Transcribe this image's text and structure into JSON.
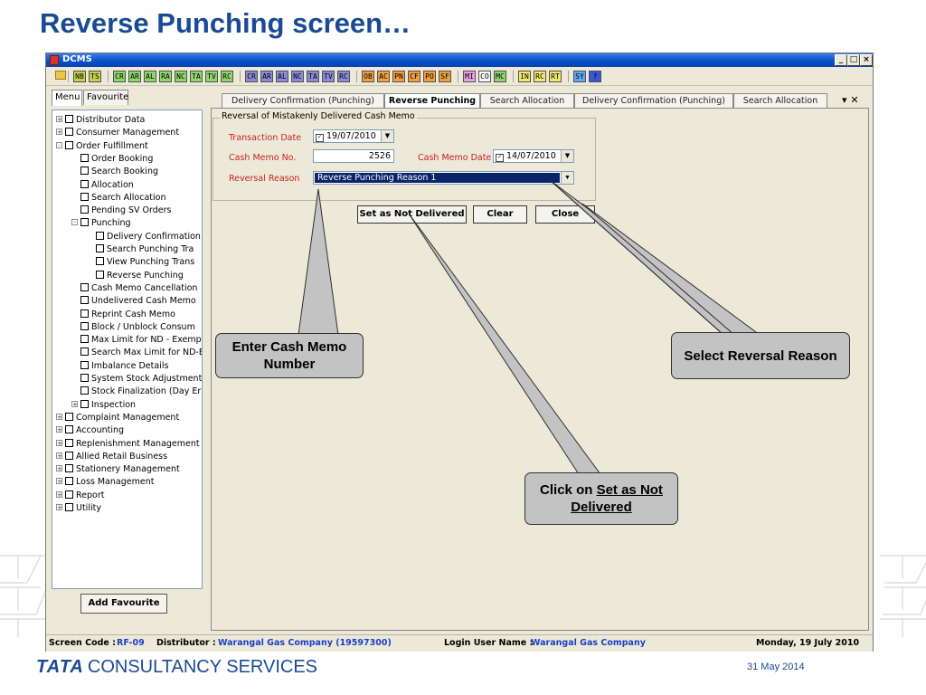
{
  "slide": {
    "title": "Reverse Punching screen…",
    "footer_brand_tata": "TATA",
    "footer_brand_rest": "CONSULTANCY SERVICES",
    "footer_date": "31 May 2014"
  },
  "window": {
    "title": "DCMS",
    "controls": [
      "_",
      "□",
      "×"
    ]
  },
  "toolbar": {
    "buttons": [
      {
        "label": "NB",
        "color": "#c8d24a"
      },
      {
        "label": "TS",
        "color": "#c8d24a"
      },
      {
        "label": "CR",
        "color": "#8ed86a"
      },
      {
        "label": "AR",
        "color": "#8ed86a"
      },
      {
        "label": "AL",
        "color": "#8ed86a"
      },
      {
        "label": "RA",
        "color": "#8ed86a"
      },
      {
        "label": "NC",
        "color": "#8ed86a"
      },
      {
        "label": "TA",
        "color": "#8ed86a"
      },
      {
        "label": "TV",
        "color": "#8ed86a"
      },
      {
        "label": "RC",
        "color": "#8ed86a"
      },
      {
        "label": "CR",
        "color": "#8a8ad8"
      },
      {
        "label": "AR",
        "color": "#8a8ad8"
      },
      {
        "label": "AL",
        "color": "#8a8ad8"
      },
      {
        "label": "NC",
        "color": "#8a8ad8"
      },
      {
        "label": "TA",
        "color": "#8a8ad8"
      },
      {
        "label": "TV",
        "color": "#8a8ad8"
      },
      {
        "label": "RC",
        "color": "#8a8ad8"
      },
      {
        "label": "OB",
        "color": "#f0a040"
      },
      {
        "label": "AC",
        "color": "#f0a040"
      },
      {
        "label": "PN",
        "color": "#f0a040"
      },
      {
        "label": "CF",
        "color": "#f0a040"
      },
      {
        "label": "PO",
        "color": "#f0a040"
      },
      {
        "label": "SF",
        "color": "#f0a040"
      },
      {
        "label": "MI",
        "color": "#e8a0e8"
      },
      {
        "label": "CO",
        "color": "#f8f8f8"
      },
      {
        "label": "MC",
        "color": "#8ed86a"
      },
      {
        "label": "IN",
        "color": "#f0e870"
      },
      {
        "label": "RC",
        "color": "#f0e870"
      },
      {
        "label": "RT",
        "color": "#f0e870"
      },
      {
        "label": "SY",
        "color": "#60a8f0"
      },
      {
        "label": "?",
        "color": "#3858d8"
      }
    ]
  },
  "left_panel": {
    "tabs": [
      "Menu",
      "Favourite"
    ],
    "tree": [
      {
        "label": "Distributor Data",
        "level": 0,
        "expander": "+"
      },
      {
        "label": "Consumer Management",
        "level": 0,
        "expander": "+"
      },
      {
        "label": "Order Fulfillment",
        "level": 0,
        "expander": "-"
      },
      {
        "label": "Order Booking",
        "level": 1,
        "expander": ""
      },
      {
        "label": "Search Booking",
        "level": 1,
        "expander": ""
      },
      {
        "label": "Allocation",
        "level": 1,
        "expander": ""
      },
      {
        "label": "Search Allocation",
        "level": 1,
        "expander": ""
      },
      {
        "label": "Pending SV Orders",
        "level": 1,
        "expander": ""
      },
      {
        "label": "Punching",
        "level": 1,
        "expander": "-"
      },
      {
        "label": "Delivery Confirmation",
        "level": 2,
        "expander": ""
      },
      {
        "label": "Search Punching Tra",
        "level": 2,
        "expander": ""
      },
      {
        "label": "View Punching Trans",
        "level": 2,
        "expander": ""
      },
      {
        "label": "Reverse Punching",
        "level": 2,
        "expander": ""
      },
      {
        "label": "Cash Memo Cancellation",
        "level": 1,
        "expander": ""
      },
      {
        "label": "Undelivered Cash Memo",
        "level": 1,
        "expander": ""
      },
      {
        "label": "Reprint Cash Memo",
        "level": 1,
        "expander": ""
      },
      {
        "label": "Block / Unblock Consum",
        "level": 1,
        "expander": ""
      },
      {
        "label": "Max Limit for ND - Exempt",
        "level": 1,
        "expander": ""
      },
      {
        "label": "Search Max Limit for ND-E",
        "level": 1,
        "expander": ""
      },
      {
        "label": "Imbalance Details",
        "level": 1,
        "expander": ""
      },
      {
        "label": "System Stock Adjustment",
        "level": 1,
        "expander": ""
      },
      {
        "label": "Stock Finalization (Day Er",
        "level": 1,
        "expander": ""
      },
      {
        "label": "Inspection",
        "level": 1,
        "expander": "+"
      },
      {
        "label": "Complaint Management",
        "level": 0,
        "expander": "+"
      },
      {
        "label": "Accounting",
        "level": 0,
        "expander": "+"
      },
      {
        "label": "Replenishment Management",
        "level": 0,
        "expander": "+"
      },
      {
        "label": "Allied Retail Business",
        "level": 0,
        "expander": "+"
      },
      {
        "label": "Stationery Management",
        "level": 0,
        "expander": "+"
      },
      {
        "label": "Loss Management",
        "level": 0,
        "expander": "+"
      },
      {
        "label": "Report",
        "level": 0,
        "expander": "+"
      },
      {
        "label": "Utility",
        "level": 0,
        "expander": "+"
      }
    ],
    "add_favourite": "Add Favourite"
  },
  "tabs": [
    {
      "label": "Delivery Confirmation (Punching)",
      "active": false
    },
    {
      "label": "Reverse Punching",
      "active": true
    },
    {
      "label": "Search Allocation",
      "active": false
    },
    {
      "label": "Delivery Confirmation (Punching)",
      "active": false
    },
    {
      "label": "Search Allocation",
      "active": false
    }
  ],
  "tab_controls": "▾ ✕",
  "form": {
    "group_title": "Reversal of Mistakenly Delivered Cash Memo",
    "transaction_date_label": "Transaction Date",
    "transaction_date_value": "19/07/2010",
    "cash_memo_no_label": "Cash Memo No.",
    "cash_memo_no_value": "2526",
    "cash_memo_date_label": "Cash Memo Date",
    "cash_memo_date_value": "14/07/2010",
    "reversal_reason_label": "Reversal Reason",
    "reversal_reason_value": "Reverse Punching Reason 1",
    "buttons": {
      "set_not_delivered": "Set as Not Delivered",
      "clear": "Clear",
      "close": "Close"
    }
  },
  "status_bar": {
    "screen_code_label": "Screen Code :",
    "screen_code_value": "RF-09",
    "distributor_label": "Distributor :",
    "distributor_value": "Warangal Gas Company (19597300)",
    "login_label": "Login User Name :",
    "login_value": "Warangal Gas Company",
    "date_value": "Monday, 19 July 2010"
  },
  "callouts": {
    "enter_memo": "Enter Cash Memo Number",
    "select_reason": "Select Reversal Reason",
    "click_on_prefix": "Click on",
    "click_on_link": "Set as Not Delivered"
  },
  "colors": {
    "slide_title": "#1a4a94",
    "field_label": "#cc1f1f",
    "status_value": "#1a3fc8",
    "selection": "#0a246a",
    "callout_fill": "#c3c3c3"
  }
}
